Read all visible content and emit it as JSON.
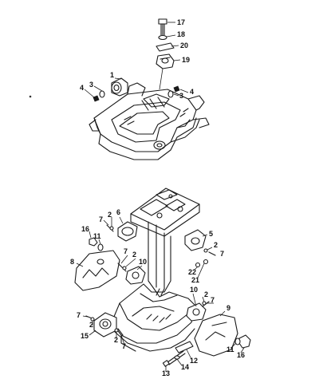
{
  "callouts": [
    {
      "id": "c17",
      "text": "17"
    },
    {
      "id": "c18",
      "text": "18"
    },
    {
      "id": "c20",
      "text": "20"
    },
    {
      "id": "c19",
      "text": "19"
    },
    {
      "id": "c1",
      "text": "1"
    },
    {
      "id": "c3a",
      "text": "3"
    },
    {
      "id": "c4a",
      "text": "4"
    },
    {
      "id": "c4b",
      "text": "4"
    },
    {
      "id": "c3b",
      "text": "3"
    },
    {
      "id": "c7a",
      "text": "7"
    },
    {
      "id": "c2a",
      "text": "2"
    },
    {
      "id": "c6",
      "text": "6"
    },
    {
      "id": "c16a",
      "text": "16"
    },
    {
      "id": "c11a",
      "text": "11"
    },
    {
      "id": "c5",
      "text": "5"
    },
    {
      "id": "c2b",
      "text": "2"
    },
    {
      "id": "c7b",
      "text": "7"
    },
    {
      "id": "c8",
      "text": "8"
    },
    {
      "id": "c7c",
      "text": "7"
    },
    {
      "id": "c2c",
      "text": "2"
    },
    {
      "id": "c10a",
      "text": "10"
    },
    {
      "id": "c22",
      "text": "22"
    },
    {
      "id": "c21",
      "text": "21"
    },
    {
      "id": "c10b",
      "text": "10"
    },
    {
      "id": "c2d",
      "text": "2"
    },
    {
      "id": "c7d",
      "text": "7"
    },
    {
      "id": "c9",
      "text": "9"
    },
    {
      "id": "c7e",
      "text": "7"
    },
    {
      "id": "c2e",
      "text": "2"
    },
    {
      "id": "c15",
      "text": "15"
    },
    {
      "id": "c2f",
      "text": "2"
    },
    {
      "id": "c7f",
      "text": "7"
    },
    {
      "id": "c11b",
      "text": "11"
    },
    {
      "id": "c16b",
      "text": "16"
    },
    {
      "id": "c12",
      "text": "12"
    },
    {
      "id": "c14",
      "text": "14"
    },
    {
      "id": "c13",
      "text": "13"
    }
  ]
}
